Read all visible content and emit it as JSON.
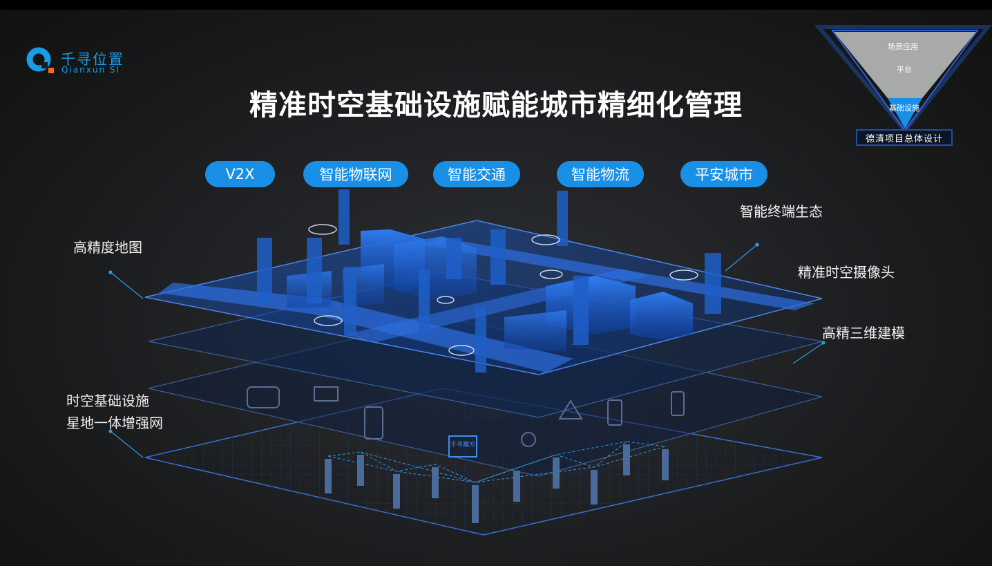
{
  "logo": {
    "cn": "千寻位置",
    "en": "Qianxun SI"
  },
  "title": "精准时空基础设施赋能城市精细化管理",
  "pills": [
    "V2X",
    "智能物联网",
    "智能交通",
    "智能物流",
    "平安城市"
  ],
  "left_labels": {
    "hd_map": "高精度地图",
    "infra_line1": "时空基础设施",
    "infra_line2": "星地一体增强网"
  },
  "right_labels": {
    "terminal": "智能终端生态",
    "camera": "精准时空摄像头",
    "model": "高精三维建模"
  },
  "pyramid": {
    "layers": [
      "场景应用",
      "平台",
      "基础设施"
    ],
    "caption": "德清项目总体设计"
  },
  "sign_text": "千寻魔方",
  "colors": {
    "accent": "#1a8fe6",
    "logo_orange": "#f26b1d"
  }
}
